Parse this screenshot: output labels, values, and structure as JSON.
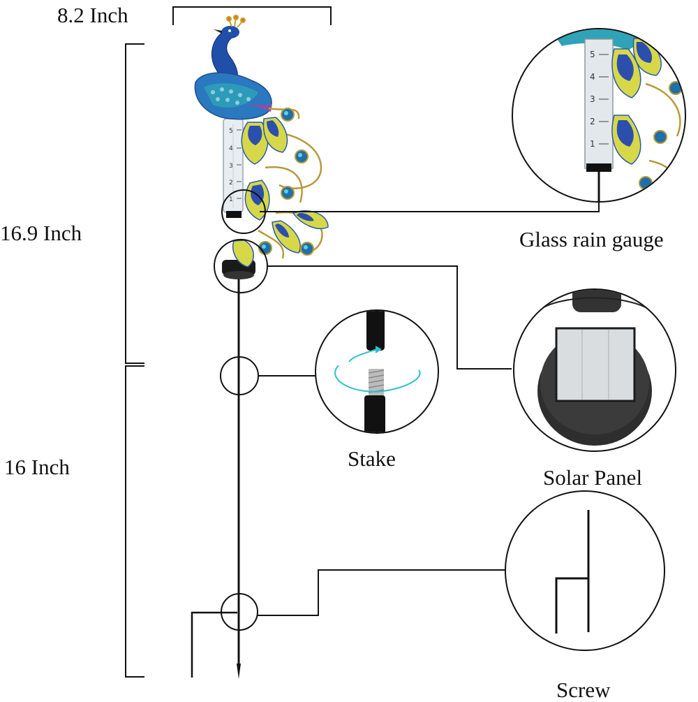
{
  "dimensions": {
    "width_label": "8.2 Inch",
    "upper_height_label": "16.9 Inch",
    "lower_height_label": "16 Inch"
  },
  "callouts": {
    "glass_rain_gauge": "Glass rain gauge",
    "solar_panel": "Solar Panel",
    "stake": "Stake",
    "screw": "Screw"
  },
  "gauge_scale": [
    "5",
    "4",
    "3",
    "2",
    "1"
  ],
  "colors": {
    "line": "#111111",
    "peacock_blue": "#1f4fa8",
    "peacock_teal": "#2fa3b8",
    "feather_yellow": "#d6d84a",
    "gold_wire": "#b79a3a",
    "solar_cell": "#d9dde0",
    "solar_body": "#2e2e2e",
    "arrow_cyan": "#2cc0d0"
  }
}
